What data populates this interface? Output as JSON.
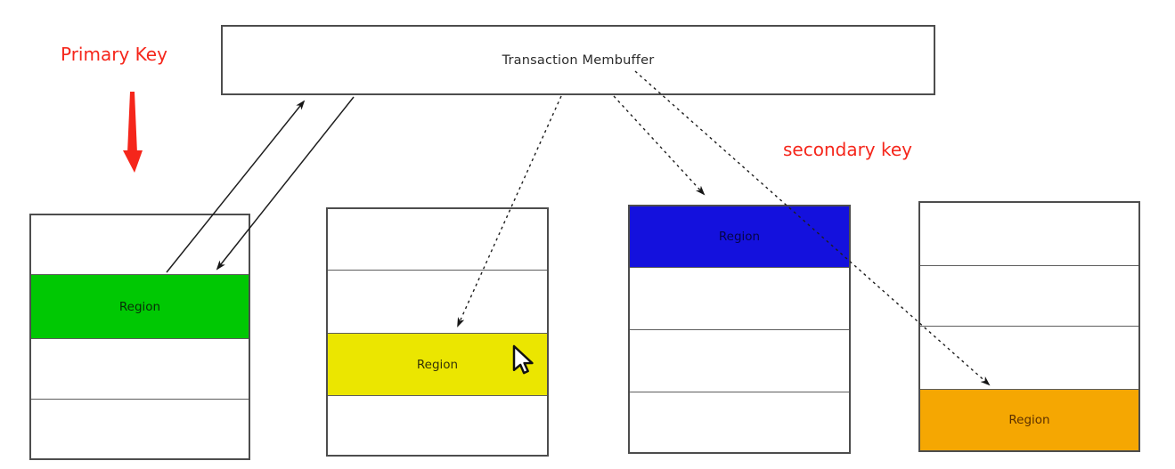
{
  "membuffer": {
    "label": "Transaction Membuffer"
  },
  "annotations": {
    "primary_key": {
      "label": "Primary Key",
      "color": "#f5261b"
    },
    "secondary_key": {
      "label": "secondary key",
      "color": "#f5261b"
    }
  },
  "tables": [
    {
      "name": "store-table-1",
      "rows": 4,
      "region_row_index": 1,
      "region_label": "Region",
      "region_color": "#00c803"
    },
    {
      "name": "store-table-2",
      "rows": 4,
      "region_row_index": 2,
      "region_label": "Region",
      "region_color": "#ebe600"
    },
    {
      "name": "store-table-3",
      "rows": 4,
      "region_row_index": 0,
      "region_label": "Region",
      "region_color": "#1411dd"
    },
    {
      "name": "store-table-4",
      "rows": 4,
      "region_row_index": 3,
      "region_label": "Region",
      "region_color": "#f5a702"
    }
  ],
  "arrows": {
    "primary_key_link": "double solid arrow between Transaction Membuffer and green Region",
    "secondary_key_links": "dashed arrows from Transaction Membuffer to yellow, blue and orange Regions"
  },
  "icons": {
    "cursor": "mouse-pointer-icon"
  },
  "colors": {
    "line": "#1e1e1e",
    "border": "#4d4d4d",
    "background": "#ffffff"
  }
}
